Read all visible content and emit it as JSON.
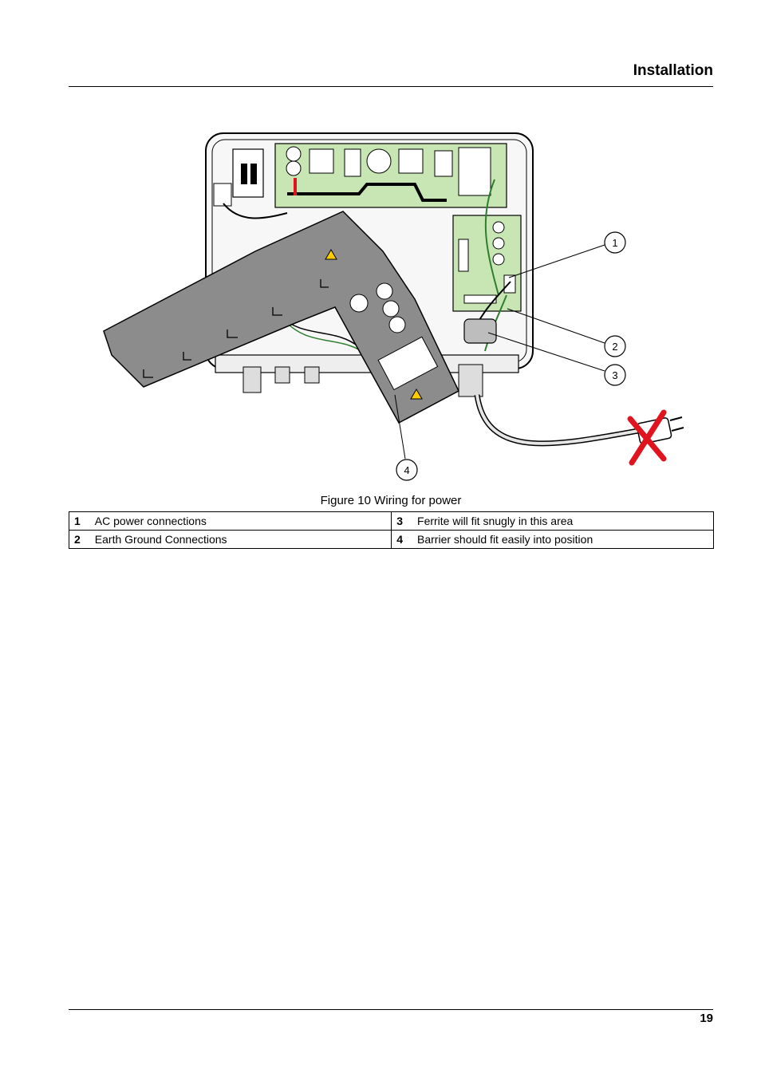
{
  "header": {
    "title": "Installation"
  },
  "figure": {
    "callouts": [
      "1",
      "2",
      "3",
      "4"
    ],
    "caption": "Figure 10 Wiring for power"
  },
  "legend": {
    "rows": [
      {
        "left_num": "1",
        "left_text": "AC power connections",
        "right_num": "3",
        "right_text": "Ferrite will fit snugly in this area"
      },
      {
        "left_num": "2",
        "left_text": "Earth Ground Connections",
        "right_num": "4",
        "right_text": "Barrier should fit easily into position"
      }
    ]
  },
  "footer": {
    "page_number": "19"
  },
  "colors": {
    "barrier": "#8c8c8c",
    "board": "#c8e6b4",
    "ground_wire": "#2f7d2f",
    "cross_mark": "#e0141e"
  }
}
